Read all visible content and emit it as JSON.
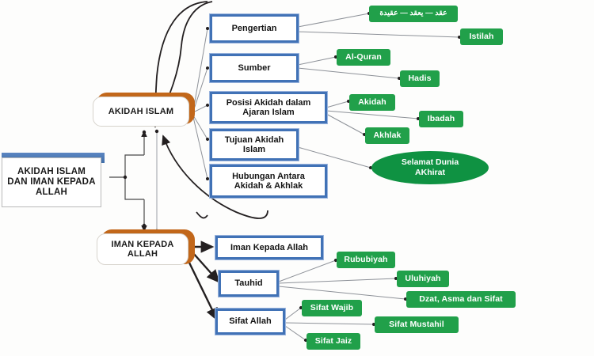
{
  "diagram": {
    "title": "AKIDAH ISLAM DAN IMAN KEPADA ALLAH",
    "colors": {
      "green": "#21a04a",
      "ellipse_green": "#0f9242",
      "blue_border": "#4172b6",
      "orange": "#c2671a",
      "root_bar_blue": "#406ea8",
      "line": "#231f20",
      "thin_line": "#8d9198",
      "background": "#fdfdfc"
    },
    "root": {
      "label": "AKIDAH ISLAM DAN IMAN KEPADA ALLAH",
      "line1": "AKIDAH ISLAM",
      "line2": "DAN IMAN KEPADA",
      "line3": "ALLAH"
    },
    "branches": [
      {
        "id": "akidah-islam",
        "label": "AKIDAH ISLAM",
        "children": [
          {
            "id": "pengertian",
            "label": "Pengertian",
            "leaves": [
              {
                "id": "etimologi-arab",
                "label": "عقد — يعقد — عقيدة"
              },
              {
                "id": "istilah",
                "label": "Istilah"
              }
            ]
          },
          {
            "id": "sumber",
            "label": "Sumber",
            "leaves": [
              {
                "id": "al-quran",
                "label": "Al-Quran"
              },
              {
                "id": "hadis",
                "label": "Hadis"
              }
            ]
          },
          {
            "id": "posisi-akidah",
            "label": "Posisi Akidah dalam Ajaran Islam",
            "line1": "Posisi Akidah dalam",
            "line2": "Ajaran Islam",
            "leaves": [
              {
                "id": "akidah",
                "label": "Akidah"
              },
              {
                "id": "ibadah",
                "label": "Ibadah"
              },
              {
                "id": "akhlak",
                "label": "Akhlak"
              }
            ]
          },
          {
            "id": "tujuan-akidah",
            "label": "Tujuan Akidah Islam",
            "line1": "Tujuan Akidah",
            "line2": "Islam",
            "leaves": [
              {
                "id": "selamat-dunia-akhirat",
                "label": "Selamat Dunia AKhirat",
                "line1": "Selamat Dunia",
                "line2": "AKhirat"
              }
            ]
          },
          {
            "id": "hubungan-akidah-akhlak",
            "label": "Hubungan Antara Akidah & Akhlak",
            "line1": "Hubungan Antara",
            "line2": "Akidah & Akhlak",
            "leaves": []
          }
        ]
      },
      {
        "id": "iman-kepada-allah",
        "label": "IMAN KEPADA ALLAH",
        "line1": "IMAN KEPADA",
        "line2": "ALLAH",
        "children": [
          {
            "id": "iman-kepada-allah-topic",
            "label": "Iman Kepada Allah",
            "leaves": []
          },
          {
            "id": "tauhid",
            "label": "Tauhid",
            "leaves": [
              {
                "id": "rububiyah",
                "label": "Rububiyah"
              },
              {
                "id": "uluhiyah",
                "label": "Uluhiyah"
              },
              {
                "id": "dzat-asma-sifat",
                "label": "Dzat, Asma dan Sifat"
              }
            ]
          },
          {
            "id": "sifat-allah",
            "label": "Sifat Allah",
            "leaves": [
              {
                "id": "sifat-wajib",
                "label": "Sifat Wajib"
              },
              {
                "id": "sifat-mustahil",
                "label": "Sifat Mustahil"
              },
              {
                "id": "sifat-jaiz",
                "label": "Sifat Jaiz"
              }
            ]
          }
        ]
      }
    ]
  }
}
